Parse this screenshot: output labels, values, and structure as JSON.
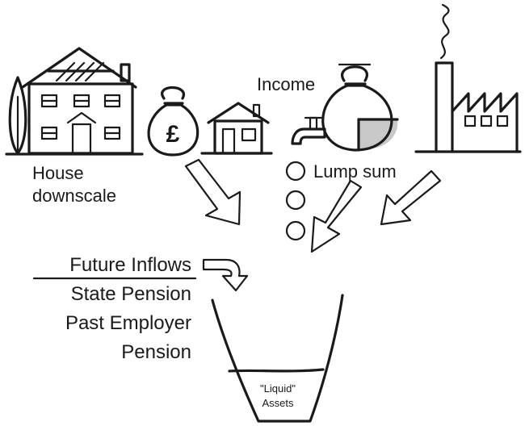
{
  "labels": {
    "house_downscale_line1": "House",
    "house_downscale_line2": "downscale",
    "income": "Income",
    "lump_sum": "Lump sum",
    "future_inflows": "Future Inflows",
    "state_pension": "State Pension",
    "past_employer_line1": "Past Employer",
    "past_employer_line2": "Pension",
    "liquid_line1": "\"Liquid\"",
    "liquid_line2": "Assets"
  },
  "icons": {
    "big_house": "house-icon",
    "tree": "tree-icon",
    "money_bag": "pound-money-bag-icon",
    "small_house": "small-house-icon",
    "income_bag": "money-bag-with-tap-icon",
    "factory": "factory-icon",
    "coins": "coin-icon",
    "arrows": "arrow-icon",
    "bucket": "bucket-icon"
  }
}
